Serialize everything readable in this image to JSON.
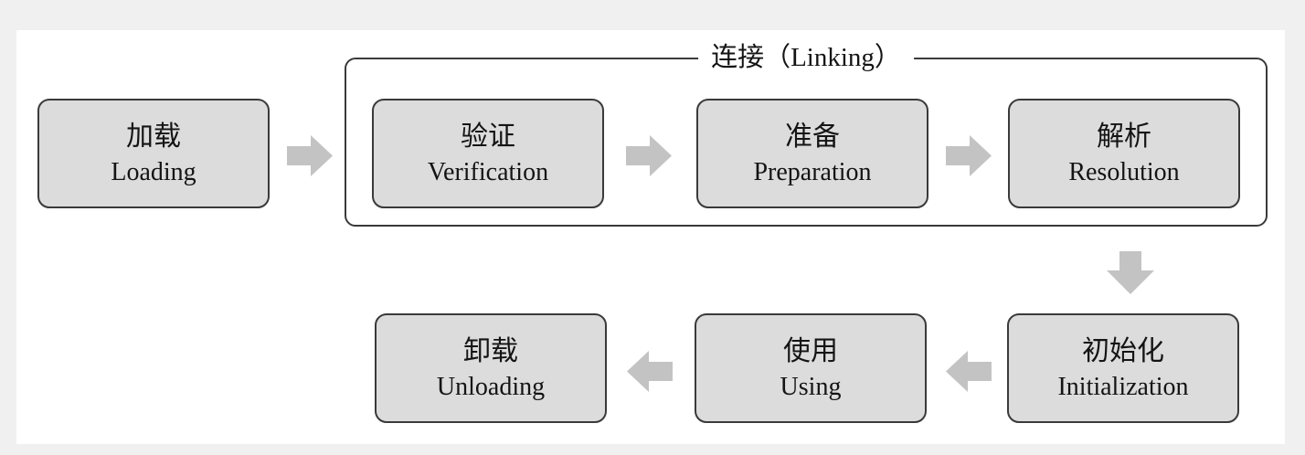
{
  "diagram": {
    "linking_label": "连接（Linking）",
    "stages": [
      {
        "id": "loading",
        "zh": "加载",
        "en": "Loading"
      },
      {
        "id": "verification",
        "zh": "验证",
        "en": "Verification"
      },
      {
        "id": "preparation",
        "zh": "准备",
        "en": "Preparation"
      },
      {
        "id": "resolution",
        "zh": "解析",
        "en": "Resolution"
      },
      {
        "id": "initialization",
        "zh": "初始化",
        "en": "Initialization"
      },
      {
        "id": "using",
        "zh": "使用",
        "en": "Using"
      },
      {
        "id": "unloading",
        "zh": "卸载",
        "en": "Unloading"
      }
    ],
    "flow": [
      "loading -> verification",
      "verification -> preparation",
      "preparation -> resolution",
      "resolution -> initialization",
      "initialization -> using",
      "using -> unloading"
    ],
    "linking_members": [
      "verification",
      "preparation",
      "resolution"
    ],
    "colors": {
      "page_bg": "#f0f0f0",
      "panel_bg": "#ffffff",
      "box_fill": "#dcdcdc",
      "box_border": "#3a3a3a",
      "arrow_fill": "#c3c3c3",
      "text": "#141414"
    }
  }
}
